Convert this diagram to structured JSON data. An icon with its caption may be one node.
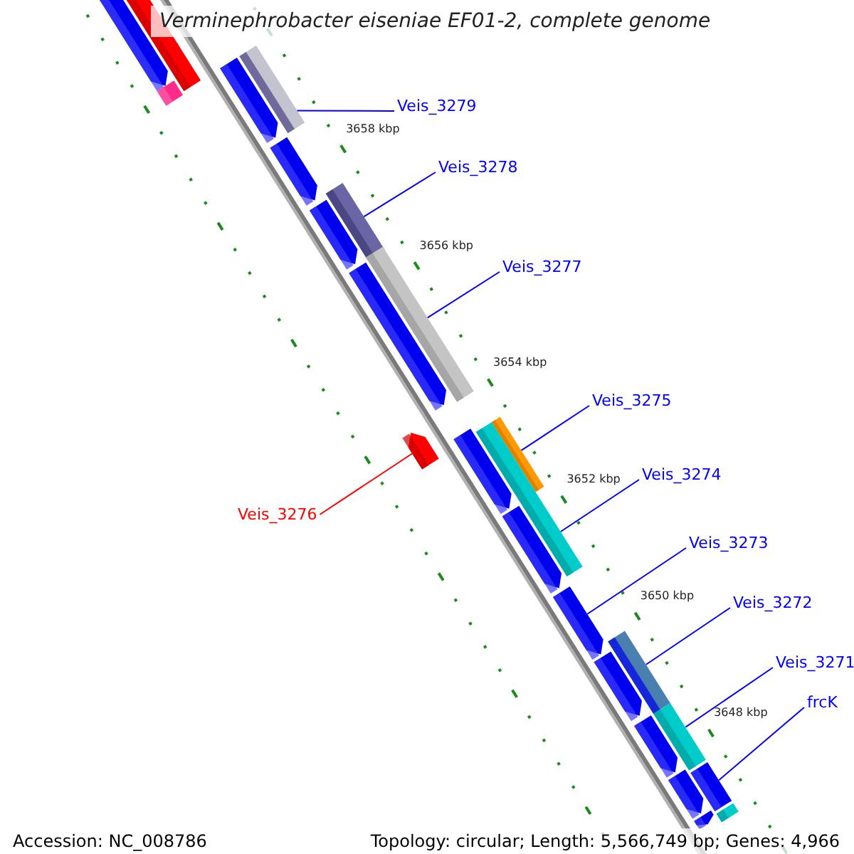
{
  "diagram": {
    "title": "Verminephrobacter eiseniae EF01-2, complete genome",
    "nodes": [
      {
        "text": [
          "Veis_3279"
        ]
      },
      {
        "text": [
          "Veis_3278"
        ]
      },
      {
        "text": [
          "Veis_3277"
        ]
      },
      {
        "text": [
          "Veis_3275"
        ]
      },
      {
        "text": [
          "Veis_3274"
        ]
      },
      {
        "text": [
          "Veis_3276"
        ]
      },
      {
        "text": [
          "Veis_3273"
        ]
      },
      {
        "text": [
          "Veis_3272"
        ]
      },
      {
        "text": [
          "Veis_3271"
        ]
      },
      {
        "text": [
          "frcK"
        ]
      },
      {
        "text": [],
        "shape": "arrow"
      },
      {
        "text": [],
        "shape": "box"
      },
      {
        "text": [],
        "shape": "arrow"
      },
      {
        "text": [],
        "shape": "box"
      },
      {
        "text": [],
        "shape": "arrow"
      },
      {
        "text": [],
        "shape": "arrow"
      },
      {
        "text": [],
        "shape": "box"
      },
      {
        "text": [],
        "shape": "arrow"
      },
      {
        "text": [],
        "shape": "arrow"
      },
      {
        "text": [],
        "shape": "box"
      },
      {
        "text": [],
        "shape": "arrow"
      },
      {
        "text": [],
        "shape": "arrow"
      },
      {
        "text": [],
        "shape": "box"
      },
      {
        "text": [],
        "shape": "box"
      },
      {
        "text": [],
        "shape": "arrow"
      },
      {
        "text": [],
        "shape": "arrow"
      },
      {
        "text": [],
        "shape": "box"
      },
      {
        "text": [],
        "shape": "arrow"
      },
      {
        "text": [],
        "shape": "arrow"
      },
      {
        "text": [],
        "shape": "box"
      },
      {
        "text": [],
        "shape": "arrow"
      },
      {
        "text": [],
        "shape": "box"
      },
      {
        "text": [],
        "shape": "arrow"
      },
      {
        "text": [],
        "shape": "box"
      }
    ],
    "edges": [
      {
        "from": 0,
        "to": 13,
        "arrow": "none"
      },
      {
        "from": 1,
        "to": 16,
        "arrow": "none"
      },
      {
        "from": 2,
        "to": 19,
        "arrow": "none"
      },
      {
        "from": 3,
        "to": 22,
        "arrow": "none"
      },
      {
        "from": 4,
        "to": 23,
        "arrow": "none"
      },
      {
        "from": 5,
        "to": 20,
        "arrow": "none",
        "color": "#ff0000"
      },
      {
        "from": 6,
        "to": 25,
        "arrow": "none"
      },
      {
        "from": 7,
        "to": 26,
        "arrow": "none"
      },
      {
        "from": 8,
        "to": 29,
        "arrow": "none"
      },
      {
        "from": 9,
        "to": 31,
        "arrow": "none"
      }
    ],
    "labels": [
      "3658 kbp",
      "3656 kbp",
      "3654 kbp",
      "3652 kbp",
      "3650 kbp",
      "3648 kbp",
      "Accession: NC_008786",
      "Topology: circular; Length: 5,566,749 bp; Genes: 4,966"
    ]
  }
}
